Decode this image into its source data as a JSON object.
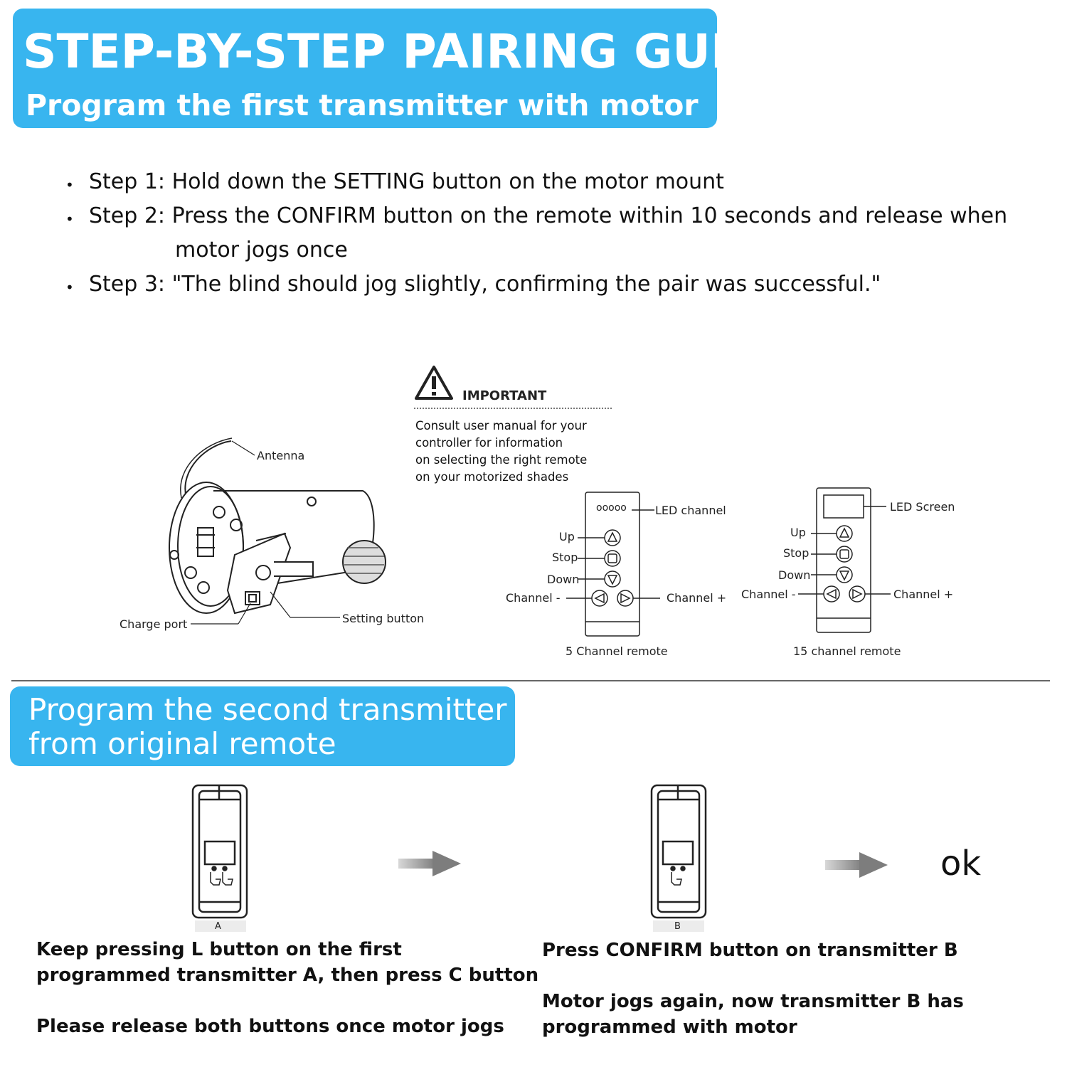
{
  "header": {
    "title": "STEP-BY-STEP PAIRING GUIDE.",
    "subtitle": "Program the first transmitter with motor"
  },
  "steps": [
    {
      "line1": "Step 1: Hold down the SETTING button on the motor mount"
    },
    {
      "line1": "Step 2: Press the CONFIRM button on the remote within 10 seconds and release when",
      "line2": "motor jogs once"
    },
    {
      "line1": "Step 3: \"The blind should jog slightly, confirming the pair was successful.\""
    }
  ],
  "motor_labels": {
    "antenna": "Antenna",
    "charge_port": "Charge port",
    "setting_button": "Setting button"
  },
  "important": {
    "title": "IMPORTANT",
    "lines": [
      "Consult user manual for your",
      "controller for information",
      "on selecting the right remote",
      "on your motorized shades"
    ]
  },
  "remote5": {
    "led": "ooooo",
    "led_label": "LED channel",
    "up": "Up",
    "stop": "Stop",
    "down": "Down",
    "ch_minus": "Channel -",
    "ch_plus": "Channel +",
    "caption": "5 Channel remote"
  },
  "remote15": {
    "led_label": "LED Screen",
    "up": "Up",
    "stop": "Stop",
    "down": "Down",
    "ch_minus": "Channel -",
    "ch_plus": "Channel +",
    "caption": "15 channel remote"
  },
  "section2": {
    "line1": "Program the second transmitter",
    "line2": "from original remote"
  },
  "transmitters": {
    "a_label": "A",
    "b_label": "B",
    "ok": "ok"
  },
  "instructions": {
    "left": [
      "Keep pressing L button on the first",
      "programmed transmitter A, then press C button",
      "Please release both buttons once motor jogs"
    ],
    "right": [
      "Press CONFIRM button on transmitter B",
      "Motor jogs again, now transmitter B has",
      "programmed with motor"
    ]
  },
  "colors": {
    "banner": "#38b5ef",
    "arrow": "#8c8c8c"
  }
}
